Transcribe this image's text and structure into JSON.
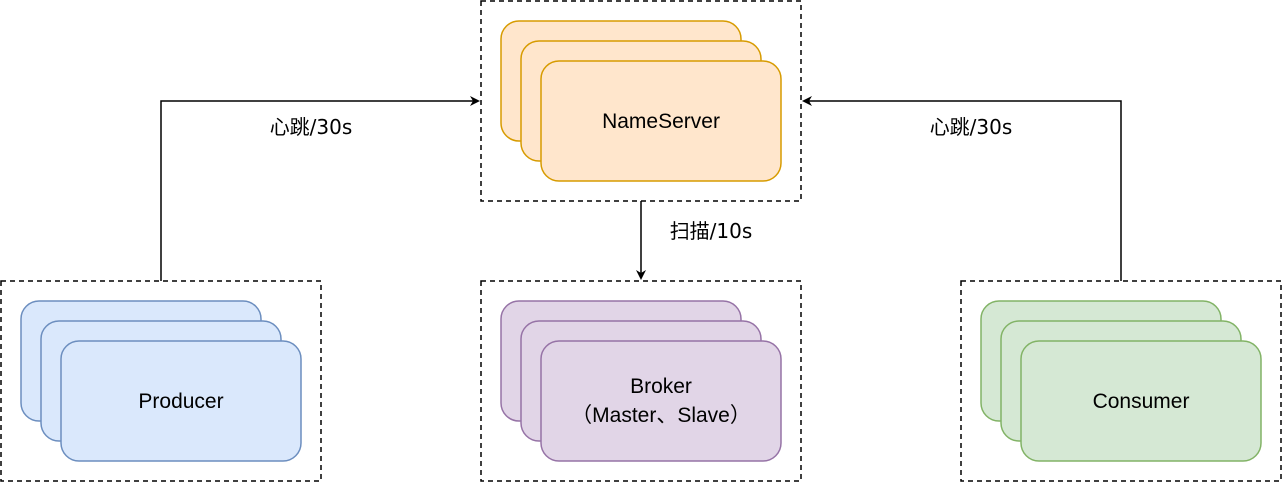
{
  "nodes": {
    "nameserver": {
      "label": "NameServer",
      "fill": "#ffe6cc",
      "stroke": "#d79b00"
    },
    "producer": {
      "label": "Producer",
      "fill": "#dae8fc",
      "stroke": "#6c8ebf"
    },
    "broker": {
      "label_line1": "Broker",
      "label_line2": "（Master、Slave）",
      "fill": "#e1d5e7",
      "stroke": "#9673a6"
    },
    "consumer": {
      "label": "Consumer",
      "fill": "#d5e8d4",
      "stroke": "#82b366"
    }
  },
  "edges": {
    "producer_to_nameserver": {
      "label": "心跳/30s"
    },
    "nameserver_to_broker": {
      "label": "扫描/10s"
    },
    "consumer_to_nameserver": {
      "label": "心跳/30s"
    }
  }
}
